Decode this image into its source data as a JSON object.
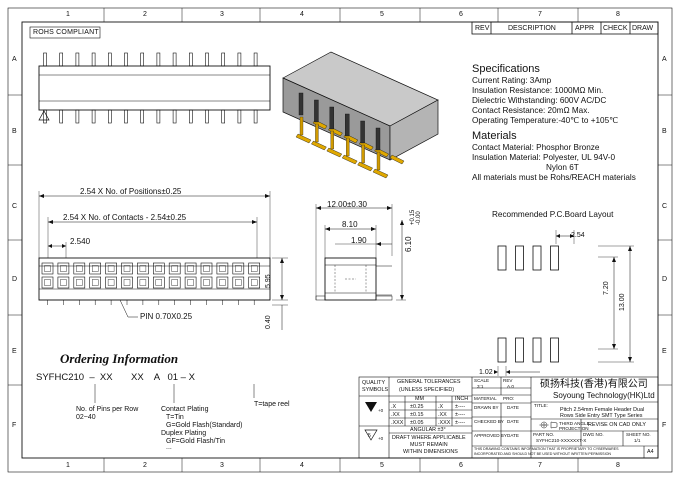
{
  "border": {
    "columns": [
      "1",
      "2",
      "3",
      "4",
      "5",
      "6",
      "7",
      "8"
    ],
    "rows": [
      "A",
      "B",
      "C",
      "D",
      "E",
      "F"
    ]
  },
  "rev_block": {
    "headers": [
      "REV",
      "DESCRIPTION",
      "APPR",
      "CHECK",
      "DRAW"
    ]
  },
  "rohs": "ROHS COMPLIANT",
  "specifications": {
    "title": "Specifications",
    "lines": [
      "Current Rating:  3Amp",
      "Insulation Resistance: 1000MΩ Min.",
      "Dielectric Withstanding:  600V AC/DC",
      "Contact Resistance:  20mΩ Max.",
      "Operating Temperature:-40℃ to +105℃"
    ]
  },
  "materials": {
    "title": "Materials",
    "lines": [
      "Contact Material: Phosphor Bronze",
      "Insulation Material: Polyester, UL 94V-0",
      "Nylon 6T",
      "All materials must be Rohs/REACH materials"
    ]
  },
  "pcb": {
    "title": "Recommended P.C.Board Layout",
    "dim_pitch": "2.54",
    "dim_row": "7.20",
    "dim_overall": "13.00",
    "dim_pad": "1.02"
  },
  "dims": {
    "positions": "2.54 X No. of Positions±0.25",
    "contacts": "2.54 X No. of Contacts - 2.54±0.25",
    "pitch": "2.540",
    "height": "5.95",
    "standoff": "0.40",
    "pin": "PIN 0.70X0.25",
    "width": "12.00±0.30",
    "inner": "8.10",
    "offset": "1.90",
    "side_h": "6.10",
    "tol_plus": "+0.15",
    "tol_minus": "-0.00"
  },
  "ordering": {
    "title": "Ordering Information",
    "code": "SYFHC210  –  XX       XX    A   01 – X",
    "pins_label": "No. of Pins per Row",
    "pins_range": "02~40",
    "plating_title": "Contact Plating",
    "plating_lines": [
      "T=Tin",
      "G=Gold Flash(Standard)",
      "Duplex Plating",
      "GF=Gold Flash/Tin",
      "..."
    ],
    "tape": "T=tape reel"
  },
  "title_block": {
    "quality": "QUALITY",
    "symbols": "SYMBOLS",
    "gen_tol": "GENERAL TOLERANCES",
    "unless": "(UNLESS SPECIFIED)",
    "mm": "MM",
    "inch": "INCH",
    "tol_rows": [
      [
        ".X",
        "±0.25",
        ".X",
        "±----"
      ],
      [
        ".XX",
        "±0.15",
        ".XX",
        "±----"
      ],
      [
        ".XXX",
        "±0.05",
        ".XXX",
        "±----"
      ]
    ],
    "angular": "ANGULAR ±3°",
    "draft1": "DRAFT WHERE APPLICABLE",
    "draft2": "MUST REMAIN",
    "draft3": "WITHIN DIMENSIONS",
    "sym1": "+0",
    "sym2": "+0",
    "scale_label": "SCALE",
    "scale_value": "3:1",
    "rev_label": "REV",
    "rev_value": "A.0",
    "material_label": "MATERIAL",
    "pro_label": "PRO:",
    "drawn": "DRAWN BY",
    "checked": "CHECKED BY",
    "approved": "APPROVED BY",
    "date": "DATE",
    "company_cn": "硕扬科技(香港)有限公司",
    "company_en": "Soyoung Technology(HK)Ltd",
    "title_label": "TITLE:",
    "title_l1": "Pitch 2.54mm Female Header Dual",
    "title_l2": "Rows Side Entry SMT Type Series",
    "projection1": "THIRD ANGLE",
    "projection2": "PROJECTION",
    "revise": "REVISE ON CAD ONLY",
    "part_label": "PART NO.",
    "part_value": "SYFHC210-XXXXXXT-X",
    "dwg_label": "DWG NO.",
    "sheet_label": "SHEET NO.",
    "sheet_value": "1/1",
    "size": "A4",
    "notice1": "THIS DRAWING CONTAINS INFORMATION THAT IS PROPRIETARY TO CYBERWARES",
    "notice2": "INCORPORATED AND SHOULD NOT BE USED WITHOUT WRITTEN PERMISSION"
  }
}
